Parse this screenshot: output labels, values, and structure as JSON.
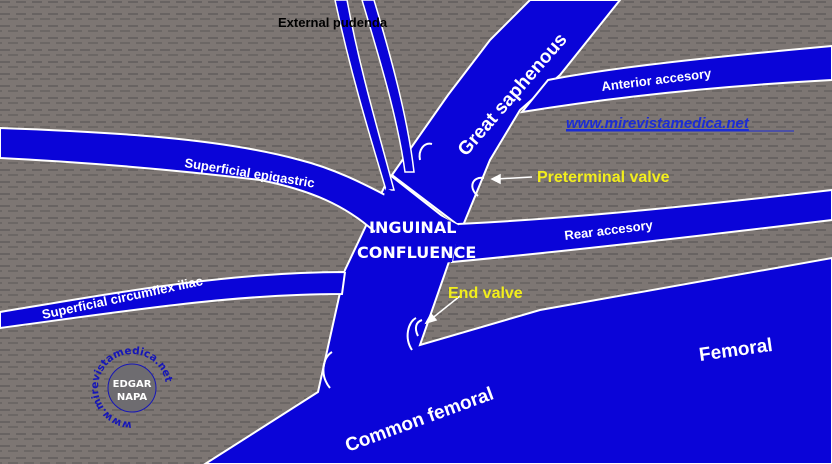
{
  "labels": {
    "external_pudenda": "External pudenda",
    "great_saphenous": "Great saphenous",
    "anterior_accessory": "Anterior accesory",
    "website": "www.mirevistamedica.net",
    "preterminal_valve": "Preterminal valve",
    "superficial_epigastric": "Superficial epigastric",
    "inguinal": "INGUINAL",
    "confluence": "CONFLUENCE",
    "rear_accessory": "Rear accesory",
    "end_valve": "End valve",
    "superficial_circumflex_iliac": "Superficial circumflex iliac",
    "femoral": "Femoral",
    "common_femoral": "Common femoral"
  },
  "watermark": {
    "ring_text": "www.mirevistamedica.net",
    "name_line1": "EDGAR",
    "name_line2": "NAPA"
  },
  "colors": {
    "background": "#7d7673",
    "vessel": "#0a04d8",
    "vessel_outline": "#ffffff",
    "valve_label": "#f2ee1c",
    "website": "#1b2bd6",
    "watermark": "#1616b8"
  }
}
